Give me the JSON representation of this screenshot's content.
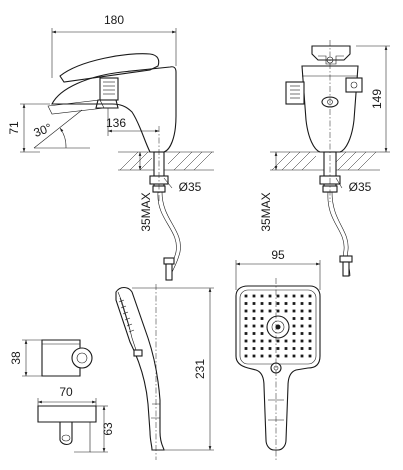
{
  "dimensions": {
    "faucet_width": "180",
    "spout_height": "71",
    "spout_angle": "30°",
    "spout_reach": "136",
    "max_thickness_side": "35MAX",
    "hole_diameter_side": "Ø35",
    "faucet_height": "149",
    "max_thickness_front": "35MAX",
    "hole_diameter_front": "Ø35",
    "holder_height": "38",
    "holder_width": "70",
    "holder_depth": "63",
    "handshower_length": "231",
    "handshower_width": "95"
  }
}
